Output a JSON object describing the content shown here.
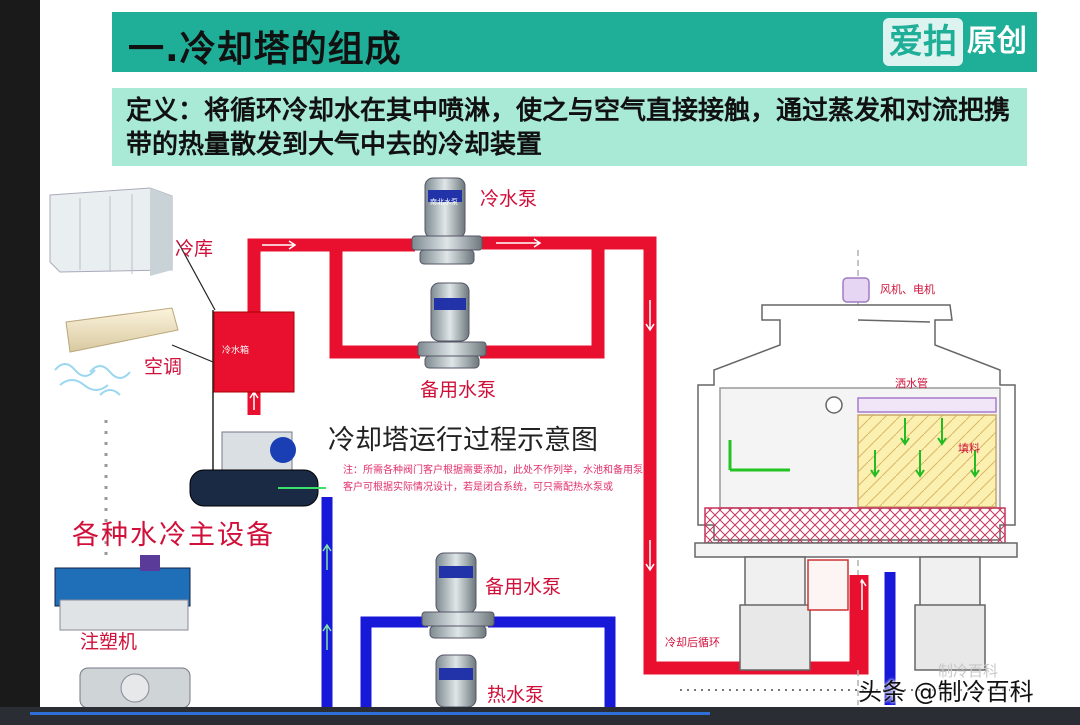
{
  "title": "一.冷却塔的组成",
  "logo": {
    "part1": "爱拍",
    "part2": "原创"
  },
  "definition": "定义：将循环冷却水在其中喷淋，使之与空气直接接触，通过蒸发和对流把携带的热量散发到大气中去的冷却装置",
  "diagram": {
    "caption": "冷却塔运行过程示意图",
    "labels": {
      "cold_storage": "冷库",
      "air_conditioner": "空调",
      "water_cooled_equipment": "各种水冷主设备",
      "injection_machine": "注塑机",
      "cold_water_pump": "冷水泵",
      "standby_pump_top": "备用水泵",
      "standby_pump_bottom": "备用水泵",
      "hot_water_pump": "热水泵",
      "fan_motor": "风机、电机",
      "spray_pipe": "洒水管",
      "fill": "填料",
      "cooling_cycle": "冷却后循环",
      "red_box": "冷水箱",
      "pump_plate": "南北水泵"
    },
    "note": "注：所需各种阀门客户根据需要添加，此处不作列举，水池和备用泵客户可根据实际情况设计，若是闭合系统，可只需配热水泵或"
  },
  "watermark": {
    "main": "头条 @制冷百科",
    "faint": "制冷百科"
  },
  "colors": {
    "title_bar": "#1fae97",
    "definition_bar": "#a8ead6",
    "hot_pipe": "#e8102e",
    "cold_pipe": "#1818d8",
    "caption_text": "#222222"
  }
}
